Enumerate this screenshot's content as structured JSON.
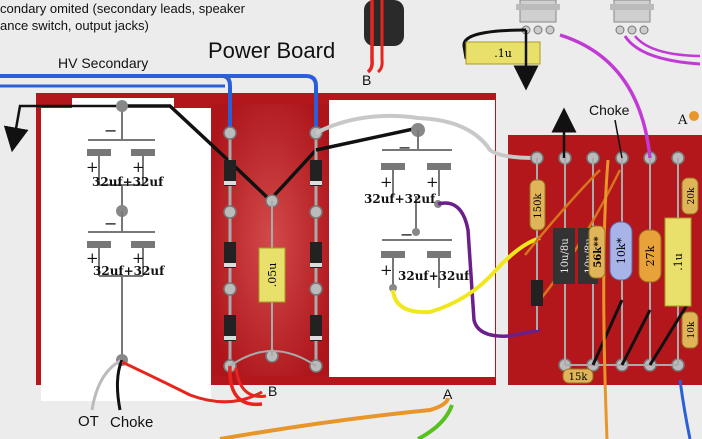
{
  "note_lines": [
    "condary omited (secondary leads, speaker",
    "ance switch, output jacks)"
  ],
  "title": "Power Board",
  "labels": {
    "hv_secondary": "HV Secondary",
    "choke_top": "Choke",
    "ot": "OT",
    "choke_bottom": "Choke",
    "b_top": "B",
    "b_bottom": "B",
    "a_bottom": "A",
    "a_right": "A"
  },
  "caps": {
    "left_upper": "32uf+32uf",
    "left_lower": "32uf+32uf",
    "mid_upper": "32uf+32uf",
    "mid_lower": "32uf+32uf"
  },
  "components": {
    "cap_top": ".1u",
    "mid_film": ".05u",
    "r_150k": "150k",
    "e_10u_a": "10u/8u",
    "r_56k": "56k**",
    "r_10k": "10k*",
    "r_27k": "27k",
    "film_1u": ".1u",
    "r_15k": "15k",
    "r_20k": "20k",
    "r_10k_edge": "10k"
  },
  "colors": {
    "board_red": "#b3161b",
    "wire_blue": "#2b5fd9",
    "wire_red": "#e8241f",
    "wire_yellow": "#f0e81c",
    "wire_purple": "#6a1f8a",
    "wire_magenta": "#c23ad6",
    "wire_orange": "#e8962a",
    "wire_green": "#57c21e"
  }
}
